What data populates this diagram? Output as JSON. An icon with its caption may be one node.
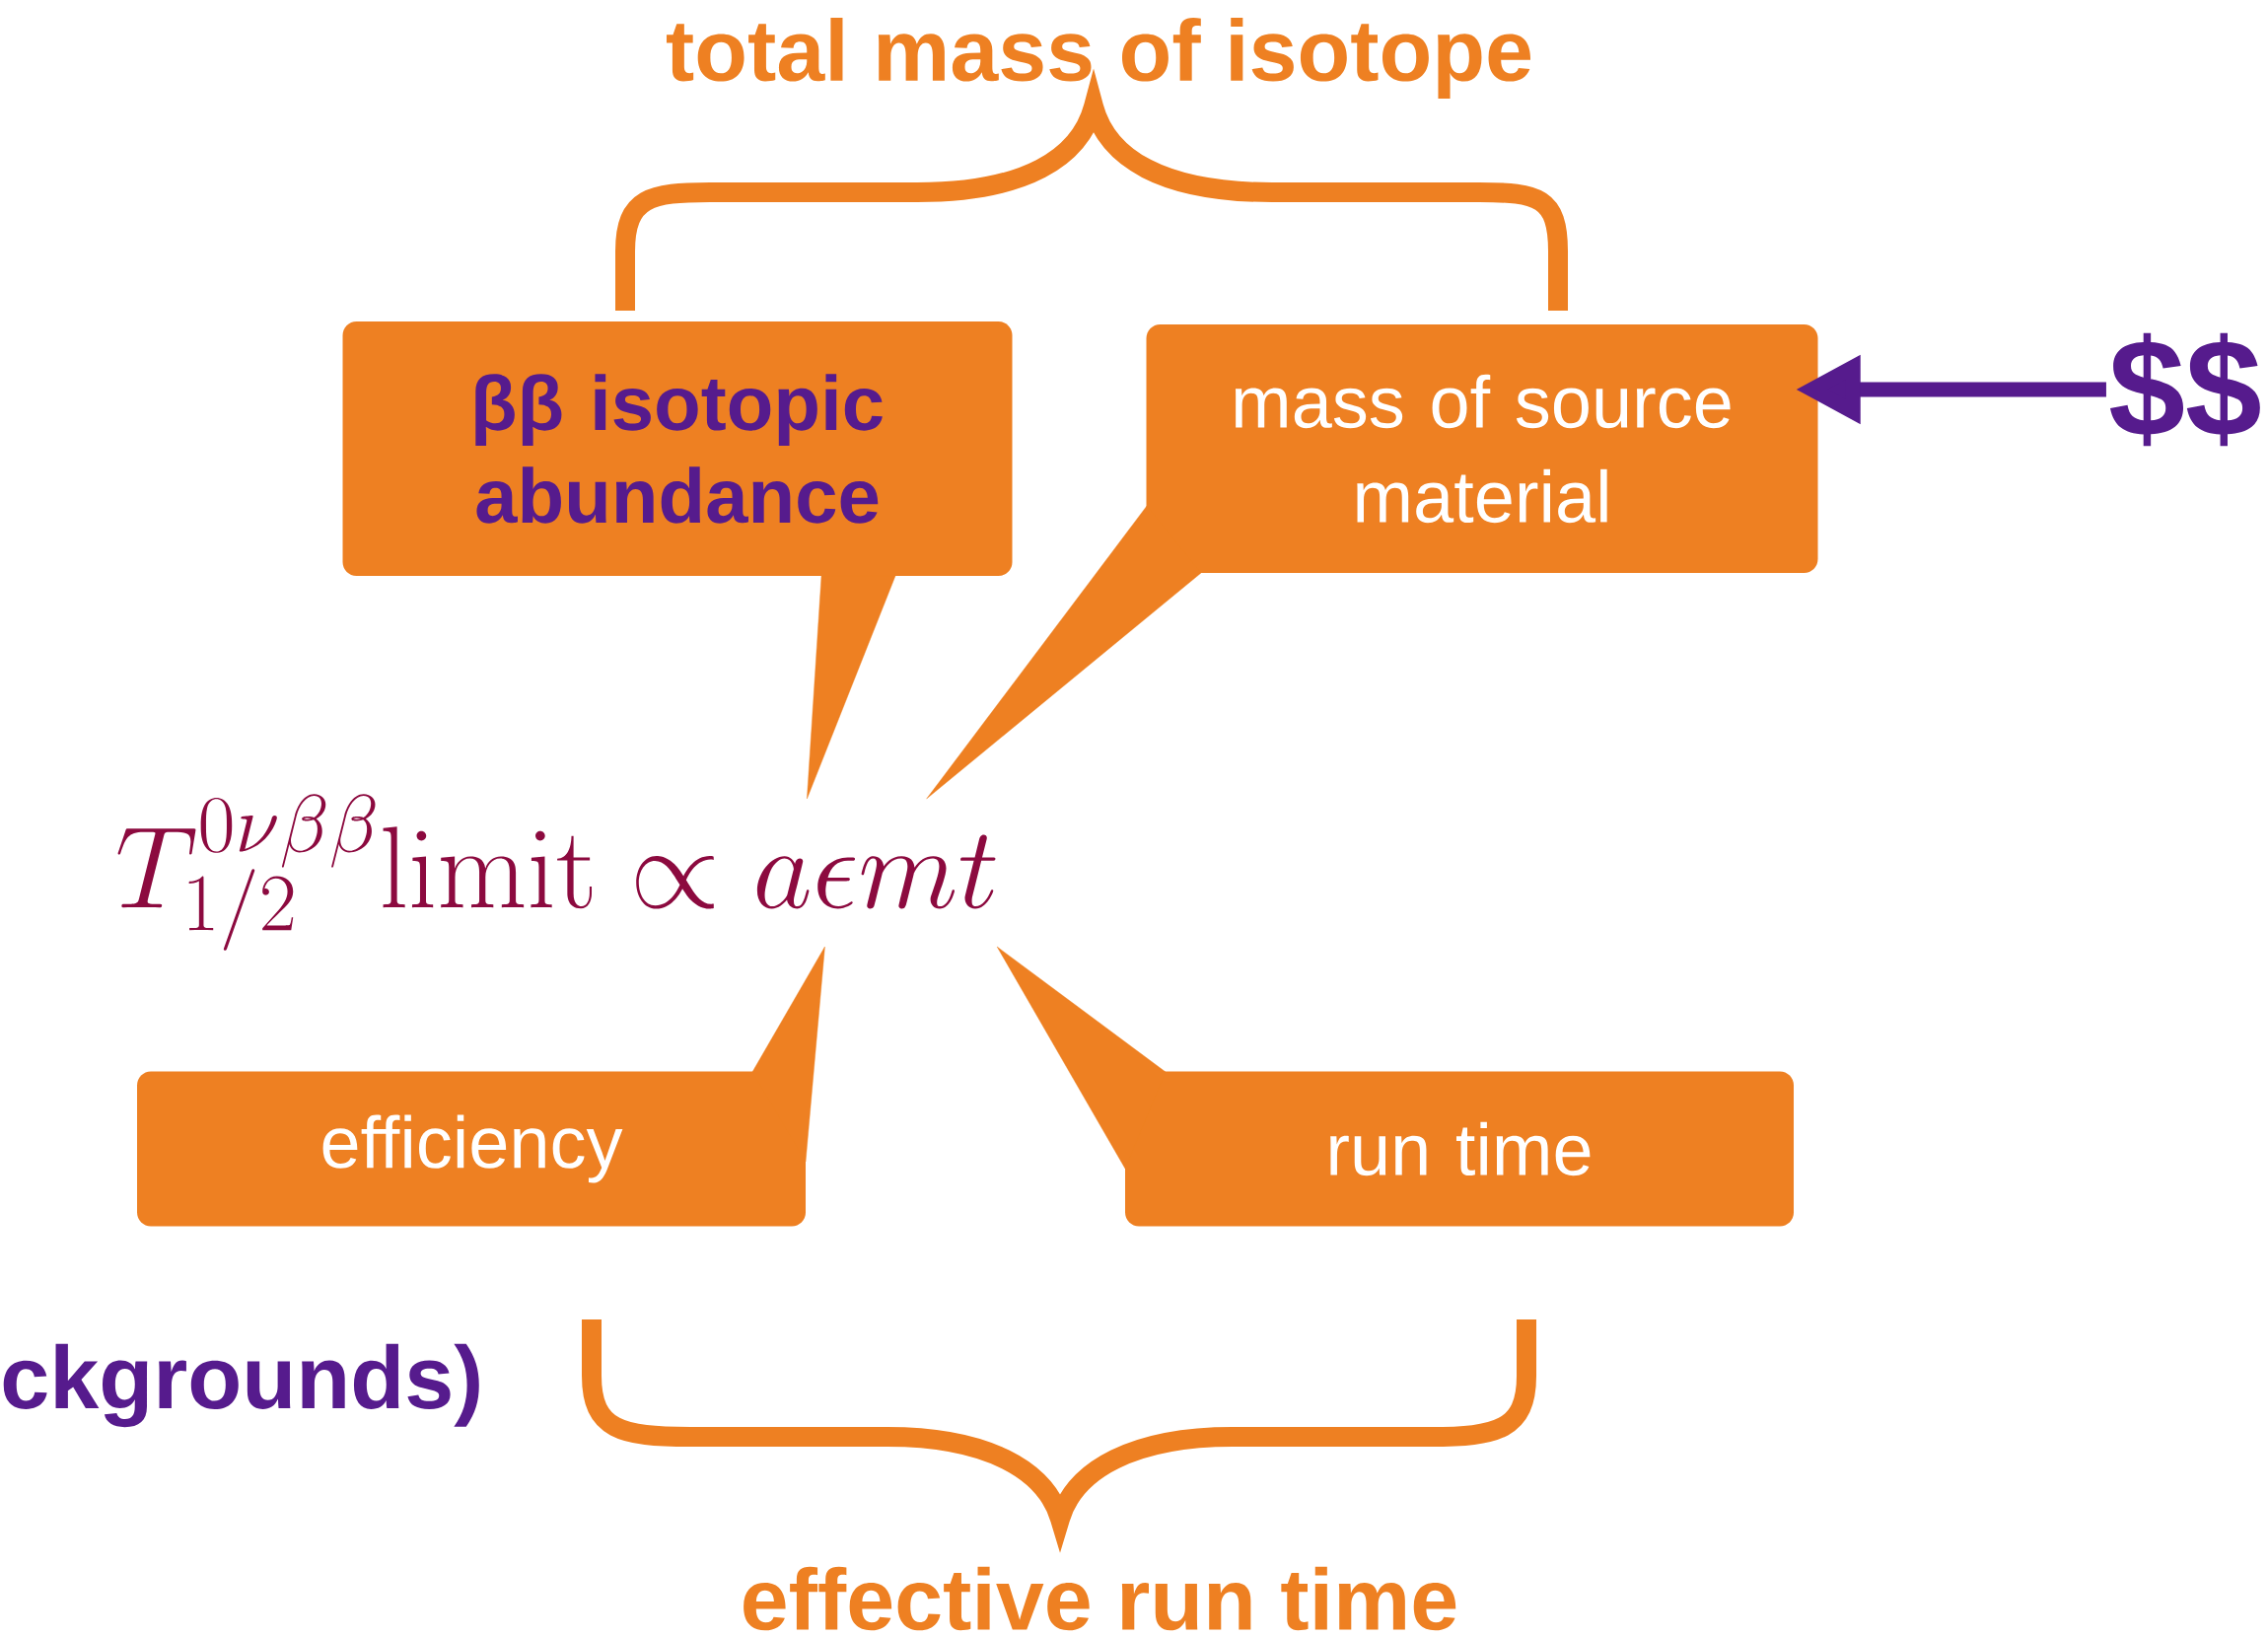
{
  "diagram": {
    "nodes": [
      {
        "text": [
          "ββ isotopic abundance"
        ]
      },
      {
        "text": [
          "mass of source material"
        ]
      },
      {
        "text": [
          "efficiency"
        ]
      },
      {
        "text": [
          "run time"
        ]
      },
      {
        "text": [
          "$$"
        ]
      },
      {
        "text": [
          "T^{0\\nu\\beta\\beta}_{1/2}\\mathrm{limit} \\propto a\\epsilon m t"
        ]
      }
    ],
    "edges": [
      {
        "from": 0,
        "to": 5,
        "arrow": "none"
      },
      {
        "from": 1,
        "to": 5,
        "arrow": "none"
      },
      {
        "from": 2,
        "to": 5,
        "arrow": "none"
      },
      {
        "from": 3,
        "to": 5,
        "arrow": "none"
      },
      {
        "from": 4,
        "to": 1,
        "arrow": "to"
      }
    ],
    "labels": [
      "total mass of isotope",
      "effective run time",
      "ckgrounds)"
    ]
  }
}
